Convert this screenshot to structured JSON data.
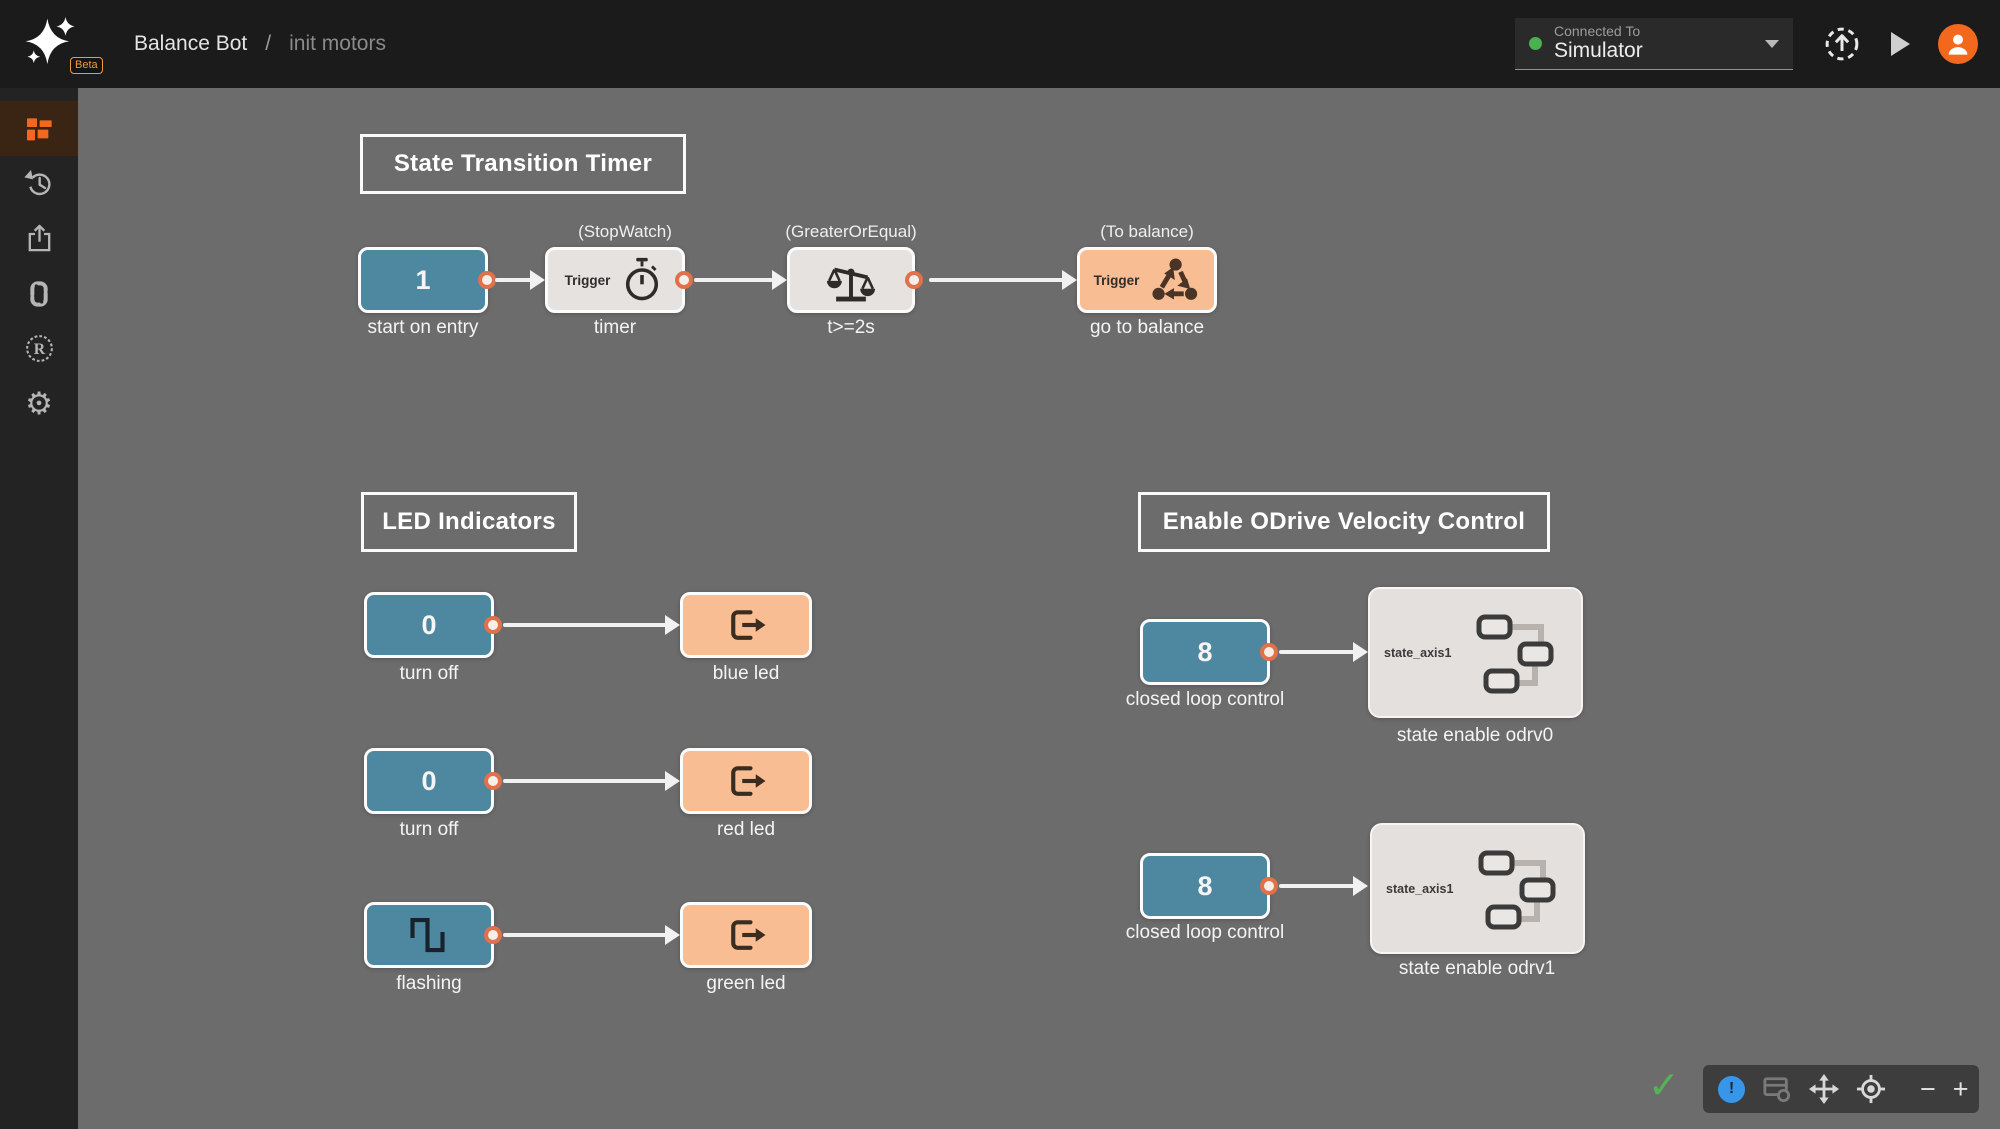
{
  "header": {
    "logo": {
      "beta": "Beta"
    },
    "breadcrumb": {
      "project": "Balance Bot",
      "separator": "/",
      "document": "init motors"
    },
    "connection": {
      "label": "Connected To",
      "value": "Simulator",
      "status_color": "#4caf50"
    }
  },
  "sidebar": {
    "items": [
      {
        "id": "blocks",
        "icon": "blocks-icon",
        "active": true
      },
      {
        "id": "history",
        "icon": "history-icon",
        "active": false
      },
      {
        "id": "export",
        "icon": "share-icon",
        "active": false
      },
      {
        "id": "python",
        "icon": "python-icon",
        "active": false
      },
      {
        "id": "rust",
        "icon": "rust-icon",
        "active": false
      },
      {
        "id": "settings",
        "icon": "gear-icon",
        "active": false
      }
    ]
  },
  "groups": {
    "timer": "State Transition Timer",
    "led": "LED Indicators",
    "odrive": "Enable ODrive Velocity Control"
  },
  "nodes": {
    "start_on_entry": {
      "value": "1",
      "label": "start on entry"
    },
    "timer": {
      "type": "(StopWatch)",
      "port": "Trigger",
      "label": "timer",
      "icon": "stopwatch-icon"
    },
    "t_ge_2s": {
      "type": "(GreaterOrEqual)",
      "label": "t>=2s",
      "icon": "balance-scale-icon"
    },
    "go_to_balance": {
      "type": "(To balance)",
      "port": "Trigger",
      "label": "go to balance",
      "icon": "state-cycle-icon"
    },
    "turn_off_1": {
      "value": "0",
      "label": "turn off"
    },
    "blue_led": {
      "label": "blue led",
      "icon": "output-icon"
    },
    "turn_off_2": {
      "value": "0",
      "label": "turn off"
    },
    "red_led": {
      "label": "red led",
      "icon": "output-icon"
    },
    "flashing": {
      "label": "flashing",
      "icon": "square-wave-icon"
    },
    "green_led": {
      "label": "green led",
      "icon": "output-icon"
    },
    "closed_loop_1": {
      "value": "8",
      "label": "closed loop control"
    },
    "state_enable_odrv0": {
      "port": "state_axis1",
      "label": "state enable odrv0",
      "icon": "module-flow-icon"
    },
    "closed_loop_2": {
      "value": "8",
      "label": "closed loop control"
    },
    "state_enable_odrv1": {
      "port": "state_axis1",
      "label": "state enable odrv1",
      "icon": "module-flow-icon"
    }
  },
  "toolbar": {
    "alert": "!",
    "zoom_out": "−",
    "zoom_in": "+"
  },
  "status": {
    "check": "✓"
  },
  "icons": {
    "gear": "⚙"
  },
  "colors": {
    "canvas": "#6c6c6c",
    "header": "#1c1b1b",
    "sidebar": "#242323",
    "accent_orange": "#f2691e",
    "node_blue": "#4d87a0",
    "node_orange": "#f8bd92",
    "node_light": "#e5e2e0",
    "port_border": "#e0714a",
    "edge": "#f1f1f1",
    "connected_green": "#4caf50",
    "alert_blue": "#3796e9",
    "check_green": "#57b257"
  }
}
